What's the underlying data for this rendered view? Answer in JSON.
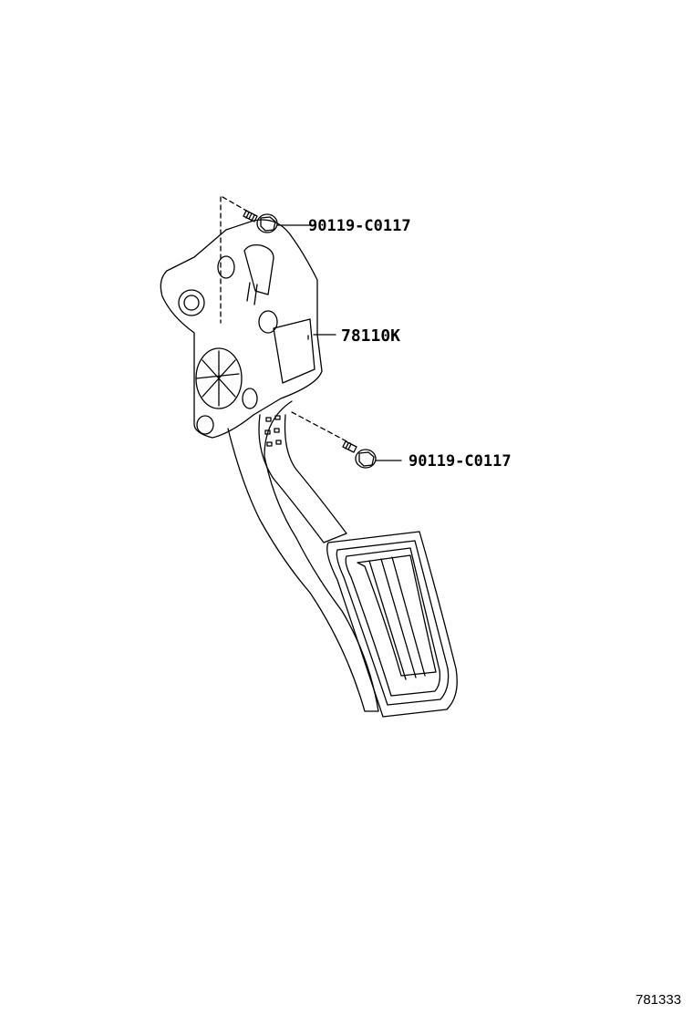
{
  "diagram": {
    "type": "exploded parts diagram",
    "subject": "accelerator pedal assembly",
    "callouts": [
      {
        "id": "bolt-upper",
        "part_number": "90119-C0117"
      },
      {
        "id": "pedal-assembly",
        "part_number": "78110K"
      },
      {
        "id": "bolt-lower",
        "part_number": "90119-C0117"
      }
    ],
    "illustration_number": "781333",
    "line_color": "#000000",
    "background": "#ffffff"
  }
}
